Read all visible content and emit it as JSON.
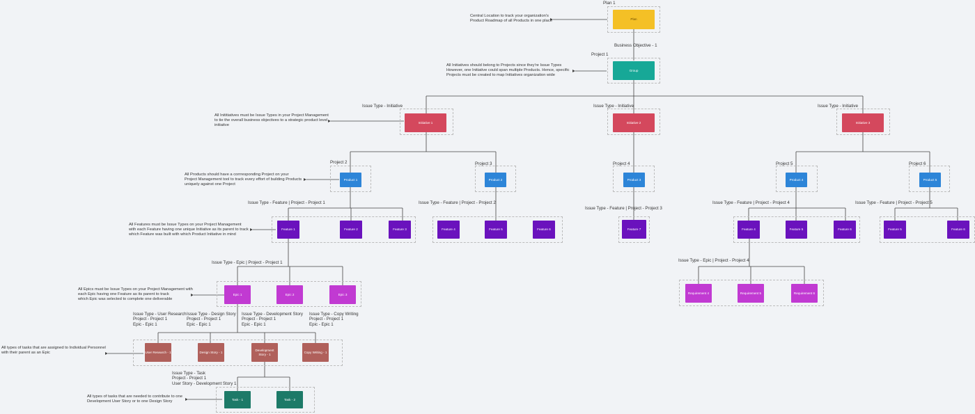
{
  "colors": {
    "plan": "#f4c026",
    "group": "#17a897",
    "initiative": "#d4485d",
    "product": "#2d85d8",
    "feature": "#6a12bd",
    "epic": "#c13ad2",
    "story": "#b0605b",
    "task": "#1d7a68",
    "connector": "#444444"
  },
  "labels": {
    "plan": "Plan 1",
    "business_objective": "Business Objective - 1",
    "project1": "Project 1",
    "initiative_type_1": "Issue Type - Initiative",
    "initiative_type_2": "Issue Type - Initiative",
    "initiative_type_3": "Issue Type - Initiative",
    "project2": "Project 2",
    "project3": "Project 3",
    "project4": "Project 4",
    "project5": "Project 5",
    "project6": "Project 6",
    "feature_p1": "Issue Type - Feature | Project - Project 1",
    "feature_p2": "Issue Type - Feature | Project - Project 2",
    "feature_p3": "Issue Type - Feature | Project - Project 3",
    "feature_p4": "Issue Type - Feature | Project - Project 4",
    "feature_p5": "Issue Type - Feature | Project - Project 5",
    "epic_p1": "Issue Type - Epic | Project - Project 1",
    "epic_p4": "Issue Type - Epic | Project - Project 4",
    "story_user_research": [
      "Issue Type - User Research",
      "Project - Project 1",
      "Epic - Epic 1"
    ],
    "story_design": [
      "Issue Type - Design Story",
      "Project - Project 1",
      "Epic - Epic 1"
    ],
    "story_development": [
      "Issue Type - Development Story",
      "Project - Project 1",
      "Epic - Epic 1"
    ],
    "story_copy": [
      "Issue Type - Copy Writing",
      "Project - Project 1",
      "Epic - Epic 1"
    ],
    "task_type": [
      "Issue Type - Task",
      "Project - Project 1",
      "User Story - Development Story  1"
    ]
  },
  "notes": {
    "plan": [
      "Central Location to track your organization's",
      "Product Roadmap of all Products in one place"
    ],
    "group": [
      "All Initiatives should belong to Projects since they're Issue Types",
      "However, one Initiative could span multiple Products. Hence, specific",
      "Projects must be created to map Initiatives organization wide"
    ],
    "initiative": [
      "All Inititiatives must be Issue Types in your Project Management",
      "to tie the overall business objectives to a strategic product level",
      "initiaitve"
    ],
    "product": [
      "All Products should have a corrresponding Project on your",
      "Project Management tool to track every effort of building Products",
      "uniquely against one Project"
    ],
    "feature": [
      "All Features must be Issue Types on your Project Management",
      "with each Feature having one unique Initiative as its parent to track",
      "which Feature was built with which Product Initiative in mind"
    ],
    "epic": [
      "All Epics must be Issue Types on your Project Management with",
      "each Epic having one Feature as its parent to track",
      "which Epic was selected to complete one deliverable"
    ],
    "story": [
      "All types of tasks that are assigned to Individual Personnel",
      "with their parent as an Epic"
    ],
    "task": [
      "All types of tasks that are needed to contribute to one",
      "Development User Story or to one Design Story"
    ]
  },
  "nodes": {
    "plan": "Plan",
    "group": "Group",
    "initiative1": "Initiative 1",
    "initiative2": "Initiative 2",
    "initiative3": "Initiative 3",
    "product1": "Product 1",
    "product2": "Product 2",
    "product3": "Product 3",
    "product4": "Product 4",
    "product5": "Product 5",
    "feature1": "Feature 1",
    "feature2": "Feature 2",
    "feature3": "Feature 3",
    "feature4a": "Feature 4",
    "feature5a": "Feature 5",
    "feature6a": "Feature 6",
    "feature7": "Feature 7",
    "feature4b": "Feature 4",
    "feature5b": "Feature 5",
    "feature6b": "Feature 6",
    "feature5c": "Feature 5",
    "feature6c": "Feature 6",
    "epic1": "Epic 1",
    "epic2": "Epic 2",
    "epic3": "Epic 3",
    "req4": "Requirement 4",
    "req5": "Requirement 5",
    "req6": "Requirement 6",
    "user_research": "User Research - 1",
    "design_story": "Design Story - 1",
    "dev_story": "Development Story - 1",
    "copy_writing": "Copy Writing - 1",
    "task1": "Task - 1",
    "task2": "Task - 2"
  }
}
